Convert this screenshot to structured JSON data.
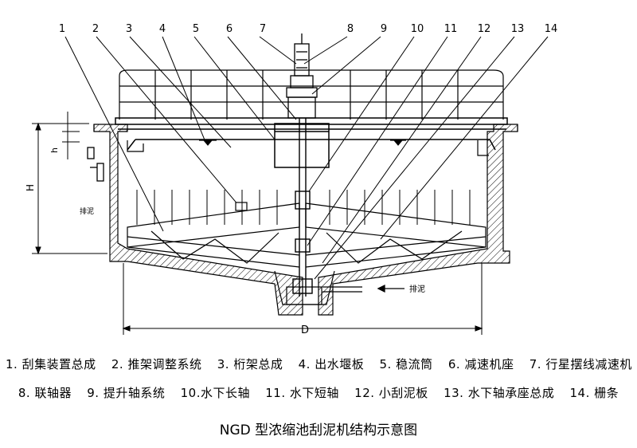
{
  "callout_numbers": [
    "1",
    "2",
    "3",
    "4",
    "5",
    "6",
    "7",
    "8",
    "9",
    "10",
    "11",
    "12",
    "13",
    "14"
  ],
  "dimensions": {
    "h": "h",
    "H": "H",
    "D": "D"
  },
  "flow_labels": {
    "side_label": "排泥",
    "bottom_label": "排泥"
  },
  "legend": {
    "row1": [
      "1. 刮集装置总成",
      "2. 推架调整系统",
      "3. 桁架总成",
      "4. 出水堰板",
      "5. 稳流筒",
      "6. 减速机座",
      "7. 行星摆线减速机"
    ],
    "row2": [
      "8. 联轴器",
      "9. 提升轴系统",
      "10.水下长轴",
      "11. 水下短轴",
      "12. 小刮泥板",
      "13. 水下轴承座总成",
      "14. 栅条"
    ]
  },
  "title": "NGD 型浓缩池刮泥机结构示意图"
}
